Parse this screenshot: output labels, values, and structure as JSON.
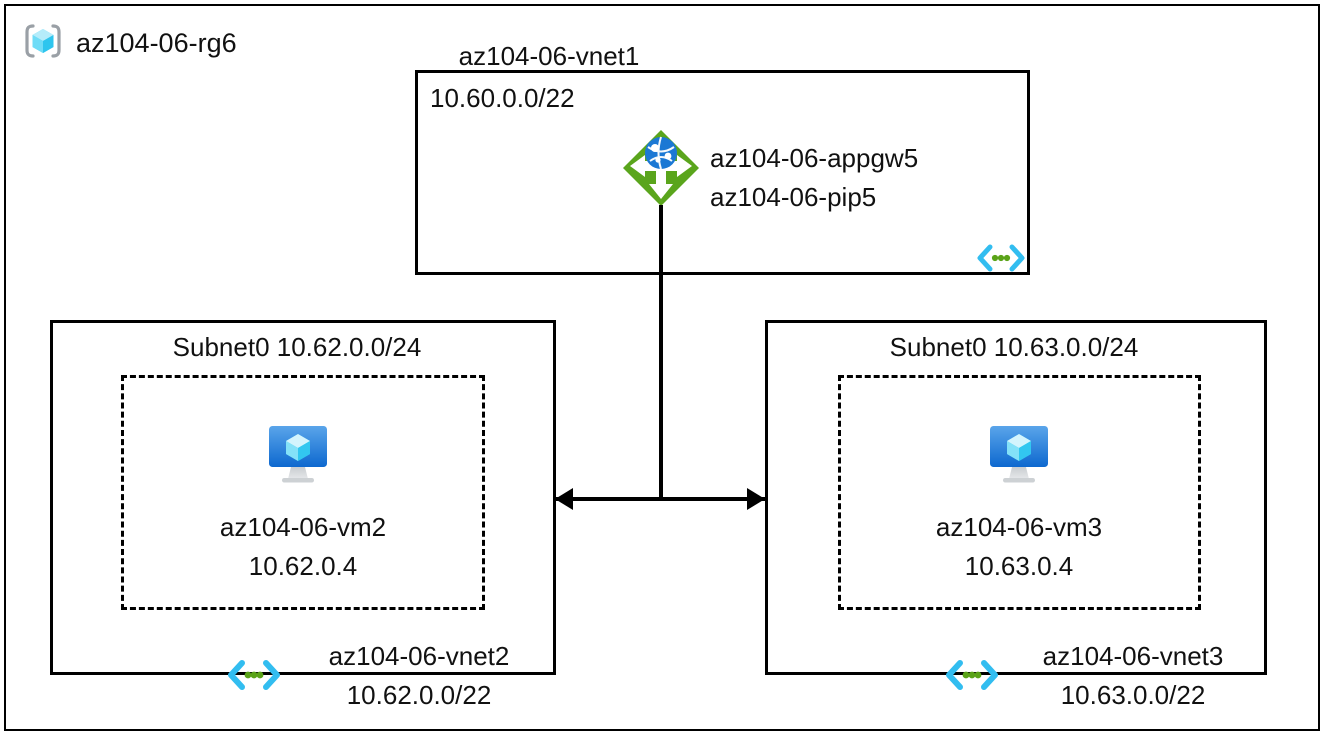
{
  "diagram": {
    "type": "azure-architecture-diagram",
    "resource_group": {
      "name": "az104-06-rg6",
      "icon": "resource-group-icon"
    },
    "vnet1": {
      "title": "az104-06-vnet1",
      "address_space": "10.60.0.0/22",
      "icon": "virtual-network-icon",
      "app_gateway": {
        "icon": "application-gateway-icon",
        "name": "az104-06-appgw5",
        "public_ip": "az104-06-pip5"
      }
    },
    "vnet2": {
      "subnet_label": "Subnet0 10.62.0.0/24",
      "vm": {
        "icon": "virtual-machine-icon",
        "name": "az104-06-vm2",
        "ip": "10.62.0.4"
      },
      "name": "az104-06-vnet2",
      "address_space": "10.62.0.0/22",
      "icon": "virtual-network-icon"
    },
    "vnet3": {
      "subnet_label": "Subnet0 10.63.0.0/24",
      "vm": {
        "icon": "virtual-machine-icon",
        "name": "az104-06-vm3",
        "ip": "10.63.0.4"
      },
      "name": "az104-06-vnet3",
      "address_space": "10.63.0.0/22",
      "icon": "virtual-network-icon"
    },
    "connections": [
      {
        "id": "appgw-to-peering",
        "style": "plain-line",
        "from": "az104-06-appgw5",
        "to": "vnet2-vnet3-link"
      },
      {
        "id": "vnet2-vnet3-link",
        "style": "double-arrow",
        "from": "az104-06-vnet2",
        "to": "az104-06-vnet3"
      }
    ],
    "colors": {
      "line": "#000000",
      "text": "#111111",
      "appgw_green": "#57a21a",
      "vnet_cyan": "#32bdf0",
      "vnet_dot_green": "#5aa318",
      "vm_blue_top": "#52a1e8",
      "vm_blue_bottom": "#0f6fd4",
      "cube_cyan": "#56d3f2",
      "bracket_gray": "#9aa0a6"
    }
  }
}
